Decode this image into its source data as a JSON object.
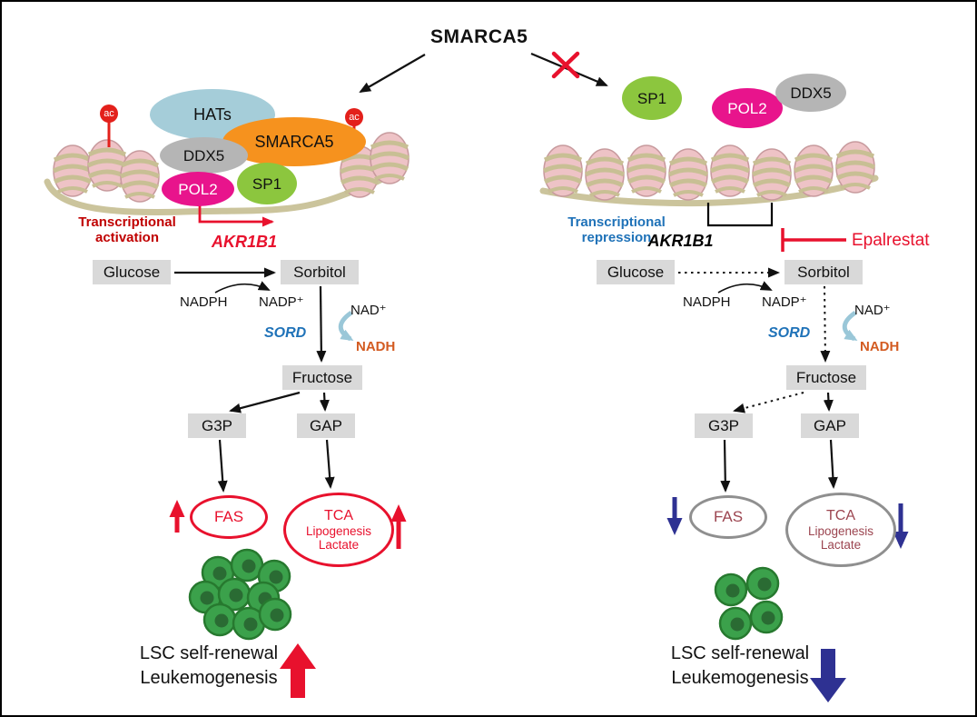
{
  "title": "SMARCA5",
  "left": {
    "complex": {
      "hats": "HATs",
      "smarca5": "SMARCA5",
      "ddx5": "DDX5",
      "pol2": "POL2",
      "sp1": "SP1",
      "ac": "ac"
    },
    "transcription": {
      "label": "Transcriptional activation",
      "gene": "AKR1B1"
    },
    "pathway": {
      "glucose": "Glucose",
      "sorbitol": "Sorbitol",
      "nadph": "NADPH",
      "nadp": "NADP⁺",
      "sord": "SORD",
      "nad": "NAD⁺",
      "nadh": "NADH",
      "fructose": "Fructose",
      "g3p": "G3P",
      "gap": "GAP",
      "fas": "FAS",
      "tca": "TCA",
      "lipogenesis": "Lipogenesis",
      "lactate": "Lactate"
    },
    "outcome": {
      "line1": "LSC self-renewal",
      "line2": "Leukemogenesis"
    }
  },
  "right": {
    "complex": {
      "sp1": "SP1",
      "pol2": "POL2",
      "ddx5": "DDX5"
    },
    "transcription": {
      "label": "Transcriptional repression",
      "gene": "AKR1B1",
      "inhibitor": "Epalrestat"
    },
    "pathway": {
      "glucose": "Glucose",
      "sorbitol": "Sorbitol",
      "nadph": "NADPH",
      "nadp": "NADP⁺",
      "sord": "SORD",
      "nad": "NAD⁺",
      "nadh": "NADH",
      "fructose": "Fructose",
      "g3p": "G3P",
      "gap": "GAP",
      "fas": "FAS",
      "tca": "TCA",
      "lipogenesis": "Lipogenesis",
      "lactate": "Lactate"
    },
    "outcome": {
      "line1": "LSC self-renewal",
      "line2": "Leukemogenesis"
    }
  },
  "colors": {
    "red": "#e8112d",
    "dark_red_text": "#c00000",
    "navy": "#2e3192",
    "blue_text": "#1f72b8",
    "nadh_orange": "#d35b21",
    "smarca5_orange": "#f6921e",
    "pol2_magenta": "#e8148c",
    "sp1_green": "#8cc63e",
    "ddx5_gray": "#b5b5b5",
    "hats_blue": "#a5cdd9",
    "box_gray": "#d9d9d9",
    "cell_green": "#3ba14b",
    "maroon": "#9c4550"
  }
}
